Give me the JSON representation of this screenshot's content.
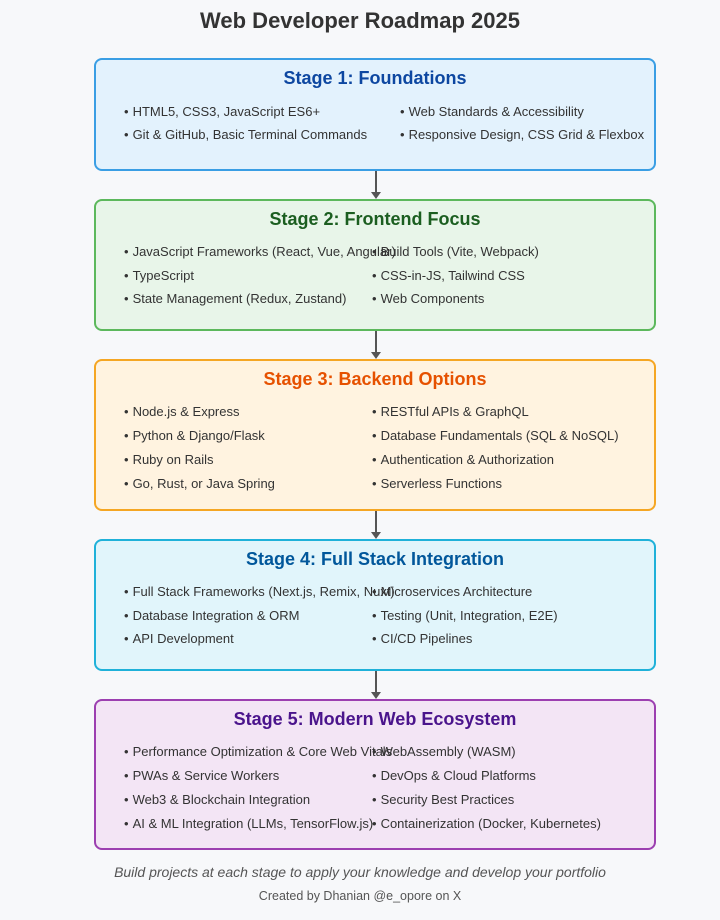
{
  "title": "Web Developer Roadmap 2025",
  "stages": [
    {
      "title": "Stage 1: Foundations",
      "colors": {
        "border": "#3a9ee4",
        "bg": "#e3f2fd",
        "title": "#0d47a1"
      },
      "left": [
        "HTML5, CSS3, JavaScript ES6+",
        "Git & GitHub, Basic Terminal Commands"
      ],
      "right": [
        "Web Standards & Accessibility",
        "Responsive Design, CSS Grid & Flexbox"
      ]
    },
    {
      "title": "Stage 2: Frontend Focus",
      "colors": {
        "border": "#5cb85c",
        "bg": "#e8f5e9",
        "title": "#1b5e20"
      },
      "left": [
        "JavaScript Frameworks (React, Vue, Angular)",
        "TypeScript",
        "State Management (Redux, Zustand)"
      ],
      "right": [
        "Build Tools (Vite, Webpack)",
        "CSS-in-JS, Tailwind CSS",
        "Web Components"
      ]
    },
    {
      "title": "Stage 3: Backend Options",
      "colors": {
        "border": "#f5a623",
        "bg": "#fff3e0",
        "title": "#e65100"
      },
      "left": [
        "Node.js & Express",
        "Python & Django/Flask",
        "Ruby on Rails",
        "Go, Rust, or Java Spring"
      ],
      "right": [
        "RESTful APIs & GraphQL",
        "Database Fundamentals (SQL & NoSQL)",
        "Authentication & Authorization",
        "Serverless Functions"
      ]
    },
    {
      "title": "Stage 4: Full Stack Integration",
      "colors": {
        "border": "#1fb1d9",
        "bg": "#e1f5fb",
        "title": "#01579b"
      },
      "left": [
        "Full Stack Frameworks (Next.js, Remix, Nuxt)",
        "Database Integration & ORM",
        "API Development"
      ],
      "right": [
        "Microservices Architecture",
        "Testing (Unit, Integration, E2E)",
        "CI/CD Pipelines"
      ]
    },
    {
      "title": "Stage 5: Modern Web Ecosystem",
      "colors": {
        "border": "#9c3fb0",
        "bg": "#f3e5f5",
        "title": "#4a148c"
      },
      "left": [
        "Performance Optimization & Core Web Vitals",
        "PWAs & Service Workers",
        "Web3 & Blockchain Integration",
        "AI & ML Integration (LLMs, TensorFlow.js)"
      ],
      "right": [
        "WebAssembly (WASM)",
        "DevOps & Cloud Platforms",
        "Security Best Practices",
        "Containerization (Docker, Kubernetes)"
      ]
    }
  ],
  "tagline": "Build projects at each stage to apply your knowledge and develop your portfolio",
  "credit": "Created by Dhanian @e_opore on X"
}
